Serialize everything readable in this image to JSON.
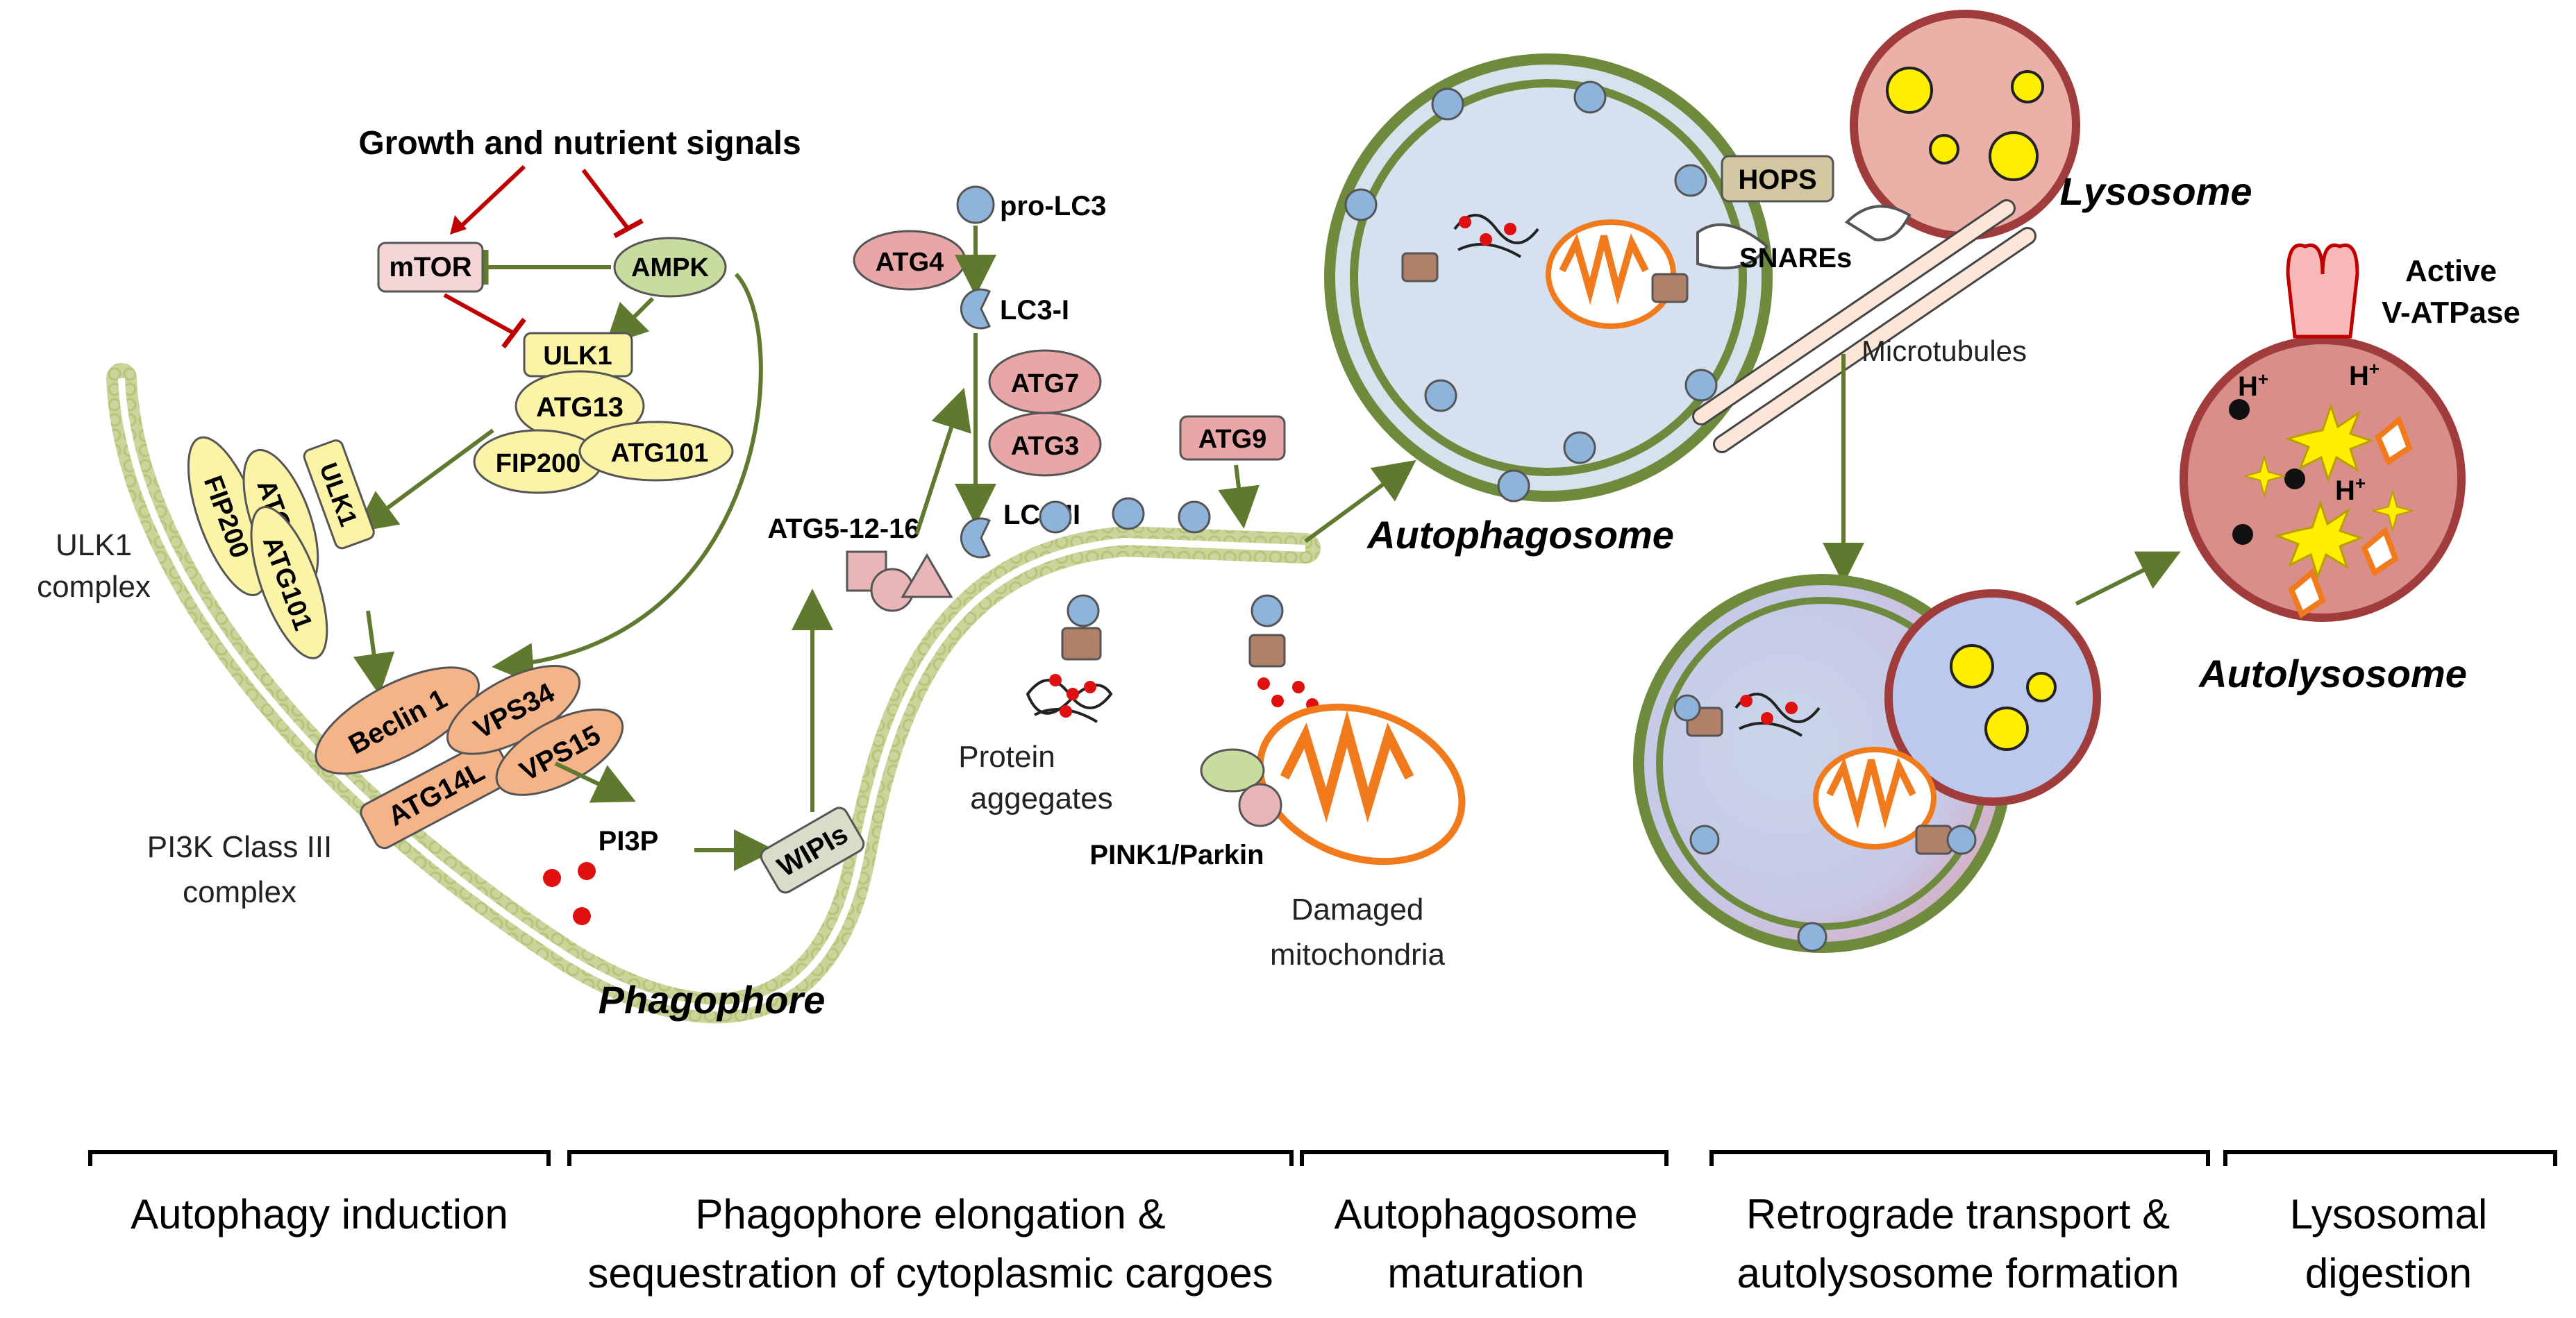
{
  "signals": {
    "growth": "Growth and nutrient signals"
  },
  "proteins": {
    "mtor": "mTOR",
    "ampk": "AMPK",
    "ulk1": "ULK1",
    "atg13": "ATG13",
    "fip200": "FIP200",
    "atg101": "ATG101",
    "ulk1_b": "ULK1",
    "atg13_b": "ATG13",
    "fip200_b": "FIP200",
    "atg101_b": "ATG101",
    "beclin1": "Beclin 1",
    "vps34": "VPS34",
    "vps15": "VPS15",
    "atg14l": "ATG14L",
    "pi3p": "PI3P",
    "wipis": "WIPIs",
    "prolc3": "pro-LC3",
    "atg4": "ATG4",
    "lc3i": "LC3-I",
    "atg7": "ATG7",
    "atg3": "ATG3",
    "lc3ii": "LC3-II",
    "atg51216": "ATG5-12-16",
    "atg9": "ATG9",
    "hops": "HOPS",
    "snares": "SNAREs",
    "pink1": "PINK1/Parkin",
    "hplus": "H",
    "plus": "+"
  },
  "labels": {
    "ulk1_complex_1": "ULK1",
    "ulk1_complex_2": "complex",
    "pi3k_1": "PI3K Class III",
    "pi3k_2": "complex",
    "phagophore": "Phagophore",
    "protein_1": "Protein",
    "protein_2": "aggegates",
    "damaged_1": "Damaged",
    "damaged_2": "mitochondria",
    "autophagosome": "Autophagosome",
    "lysosome": "Lysosome",
    "microtubules": "Microtubules",
    "active_1": "Active",
    "active_2": "V-ATPase",
    "autolysosome": "Autolysosome"
  },
  "stages": [
    {
      "line1": "Autophagy induction",
      "line2": ""
    },
    {
      "line1": "Phagophore elongation &",
      "line2": "sequestration of cytoplasmic cargoes"
    },
    {
      "line1": "Autophagosome",
      "line2": "maturation"
    },
    {
      "line1": "Retrograde transport &",
      "line2": "autolysosome formation"
    },
    {
      "line1": "Lysosomal",
      "line2": "digestion"
    }
  ],
  "colors": {
    "membrane_green": "#6e8b3d",
    "membrane_fill": "#eef3d6",
    "lc3_blue": "#8fb4dc",
    "yellow_protein": "#fbf3a6",
    "orange_protein": "#f4b488",
    "pink_protein": "#e8a6a6",
    "lysosome_fill": "#d98e8a",
    "inhibit_red": "#c00000",
    "mito_orange": "#f07a1c"
  }
}
